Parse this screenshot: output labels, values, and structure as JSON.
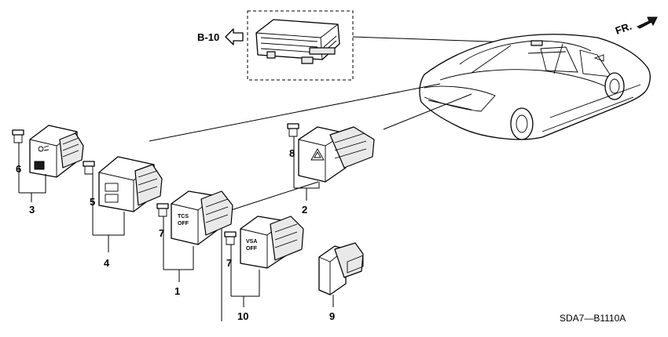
{
  "diagram": {
    "ref_label": "B-10",
    "direction_label": "FR.",
    "catalog_code": "SDA7—B1110A",
    "callouts": [
      "1",
      "2",
      "3",
      "4",
      "5",
      "6",
      "7",
      "7",
      "8",
      "9",
      "10"
    ],
    "switch_labels": {
      "tcs": [
        "TCS",
        "OFF"
      ],
      "vsa": [
        "VSA",
        "OFF"
      ]
    }
  }
}
